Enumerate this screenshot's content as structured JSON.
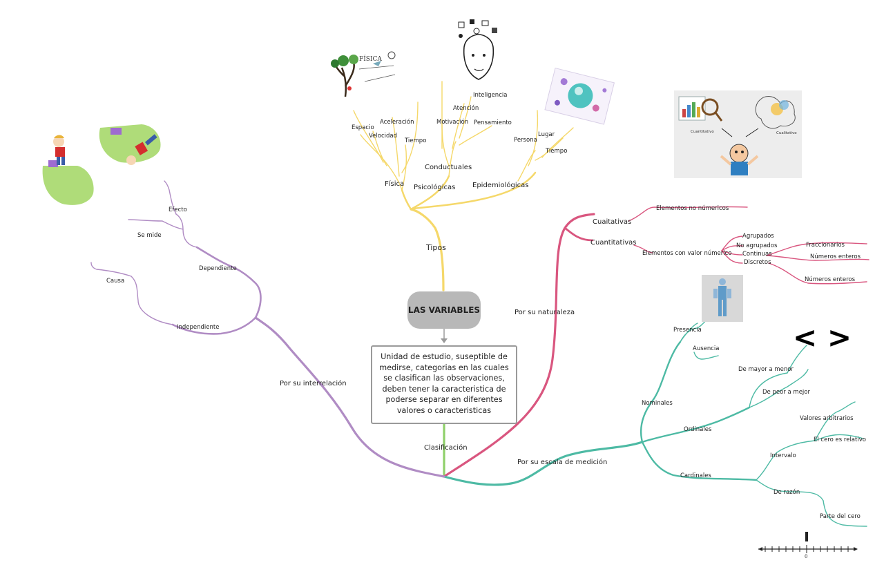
{
  "central": {
    "title": "LAS VARIABLES"
  },
  "definition": "Unidad de estudio, suseptible de medirse, categorias en las cuales se clasifican las observaciones, deben tener la caracteristica de poderse separar en diferentes valores o caracteristicas",
  "colors": {
    "tipos": "#f5d86a",
    "naturaleza": "#d9567f",
    "escala": "#4dbaa4",
    "interrelacion": "#b08cc4",
    "clasificacion": "#8fd06a",
    "central_bg": "#b8b8b8"
  },
  "branches": {
    "clasificacion": "Clasificación",
    "tipos": {
      "label": "Tipos",
      "fisica": {
        "label": "Física",
        "items": [
          "Espacio",
          "Velocidad",
          "Aceleración",
          "Tiempo"
        ]
      },
      "psicologicas": {
        "label": "Psicológicas",
        "conductuales": "Conductuales",
        "items": [
          "Motivación",
          "Atención",
          "Inteligencia",
          "Pensamiento"
        ]
      },
      "epidemiologicas": {
        "label": "Epidemiológicas",
        "items": [
          "Persona",
          "Lugar",
          "Tiempo"
        ]
      }
    },
    "naturaleza": {
      "label": "Por su naturaleza",
      "cualitativas": {
        "label": "Cuaitativas",
        "child": "Elementos no númericos"
      },
      "cuantitativas": {
        "label": "Cuantitativas",
        "child": "Elementos con valor númerico",
        "items": [
          "Agrupados",
          "No agrupados",
          "Continuas",
          "Discretos"
        ],
        "continuas_items": [
          "Fraccionarios",
          "Números enteros"
        ],
        "discretos_items": [
          "Números enteros"
        ]
      }
    },
    "escala": {
      "label": "Por su escala de medición",
      "nominales": {
        "label": "Nominales",
        "items": [
          "Presencia",
          "Ausencia"
        ]
      },
      "ordinales": {
        "label": "Ordinales",
        "items": [
          "De mayor a menor",
          "De peor a mejor"
        ]
      },
      "cardinales": {
        "label": "Cardinales",
        "intervalo": {
          "label": "Intervalo",
          "items": [
            "Valores arbitrarios",
            "El cero es relativo"
          ]
        },
        "razon": {
          "label": "De razón",
          "items": [
            "Parte del cero"
          ]
        }
      }
    },
    "interrelacion": {
      "label": "Por su interrelación",
      "dependiente": {
        "label": "Dependiente",
        "items": [
          "Efecto",
          "Se mide"
        ]
      },
      "independiente": {
        "label": "Independiente",
        "items": [
          "Causa"
        ]
      }
    }
  },
  "illustrations": {
    "brackets": "< >",
    "quant_caption": "Cuantitativo",
    "qual_caption": "Cualitativo",
    "fisica_caption": "FÍSICA",
    "axis_zero": "0"
  }
}
